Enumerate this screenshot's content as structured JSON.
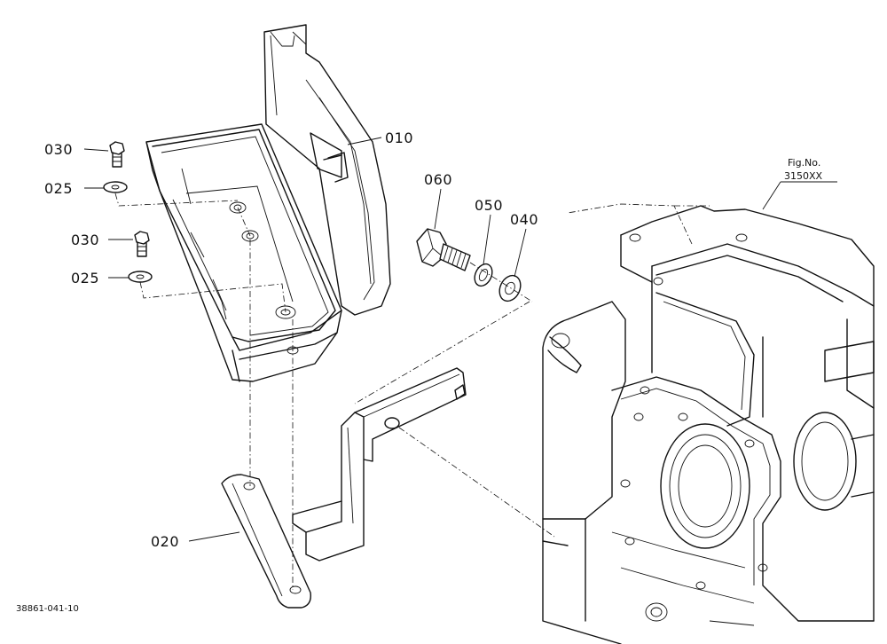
{
  "diagram": {
    "part_labels": {
      "p010": "010",
      "p020": "020",
      "p025a": "025",
      "p025b": "025",
      "p030a": "030",
      "p030b": "030",
      "p040": "040",
      "p050": "050",
      "p060": "060"
    },
    "figure_ref": {
      "line1": "Fig.No.",
      "line2": "3150XX"
    },
    "document_id": "38861-041-10"
  }
}
